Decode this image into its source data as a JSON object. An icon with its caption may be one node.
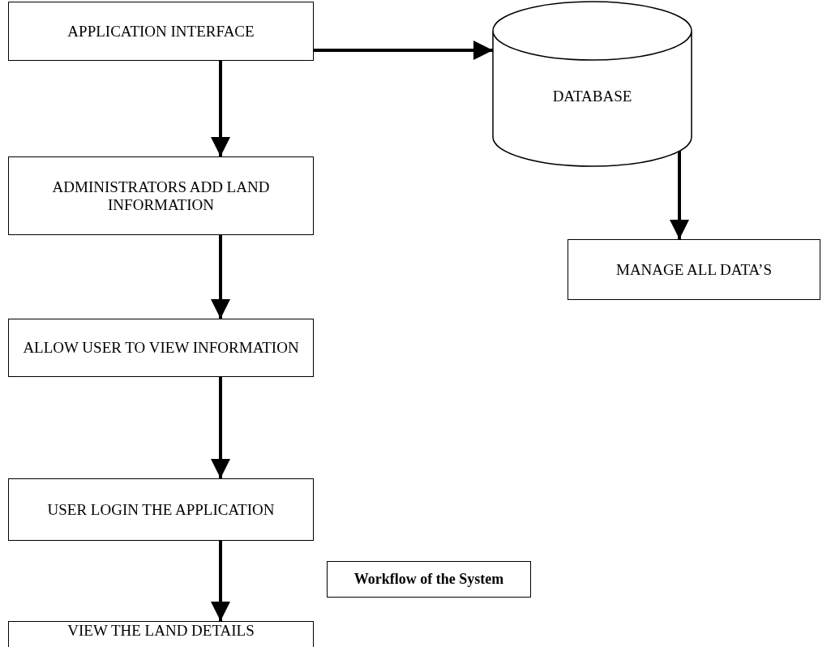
{
  "diagram": {
    "nodes": [
      {
        "text": [
          "APPLICATION INTERFACE"
        ]
      },
      {
        "text": [
          "DATABASE"
        ]
      },
      {
        "text": [
          "ADMINISTRATORS ADD LAND INFORMATION"
        ]
      },
      {
        "text": [
          "MANAGE ALL DATA’S"
        ]
      },
      {
        "text": [
          "ALLOW USER TO VIEW INFORMATION"
        ]
      },
      {
        "text": [
          "USER LOGIN THE APPLICATION"
        ]
      },
      {
        "text": [
          "Workflow of the System"
        ]
      },
      {
        "text": [
          "VIEW THE LAND DETAILS"
        ]
      }
    ],
    "edges": [
      {
        "from": 0,
        "to": 1,
        "arrow": "to"
      },
      {
        "from": 0,
        "to": 2,
        "arrow": "to"
      },
      {
        "from": 1,
        "to": 3,
        "arrow": "to"
      },
      {
        "from": 2,
        "to": 4,
        "arrow": "to"
      },
      {
        "from": 4,
        "to": 5,
        "arrow": "to"
      },
      {
        "from": 5,
        "to": 7,
        "arrow": "to"
      }
    ]
  }
}
